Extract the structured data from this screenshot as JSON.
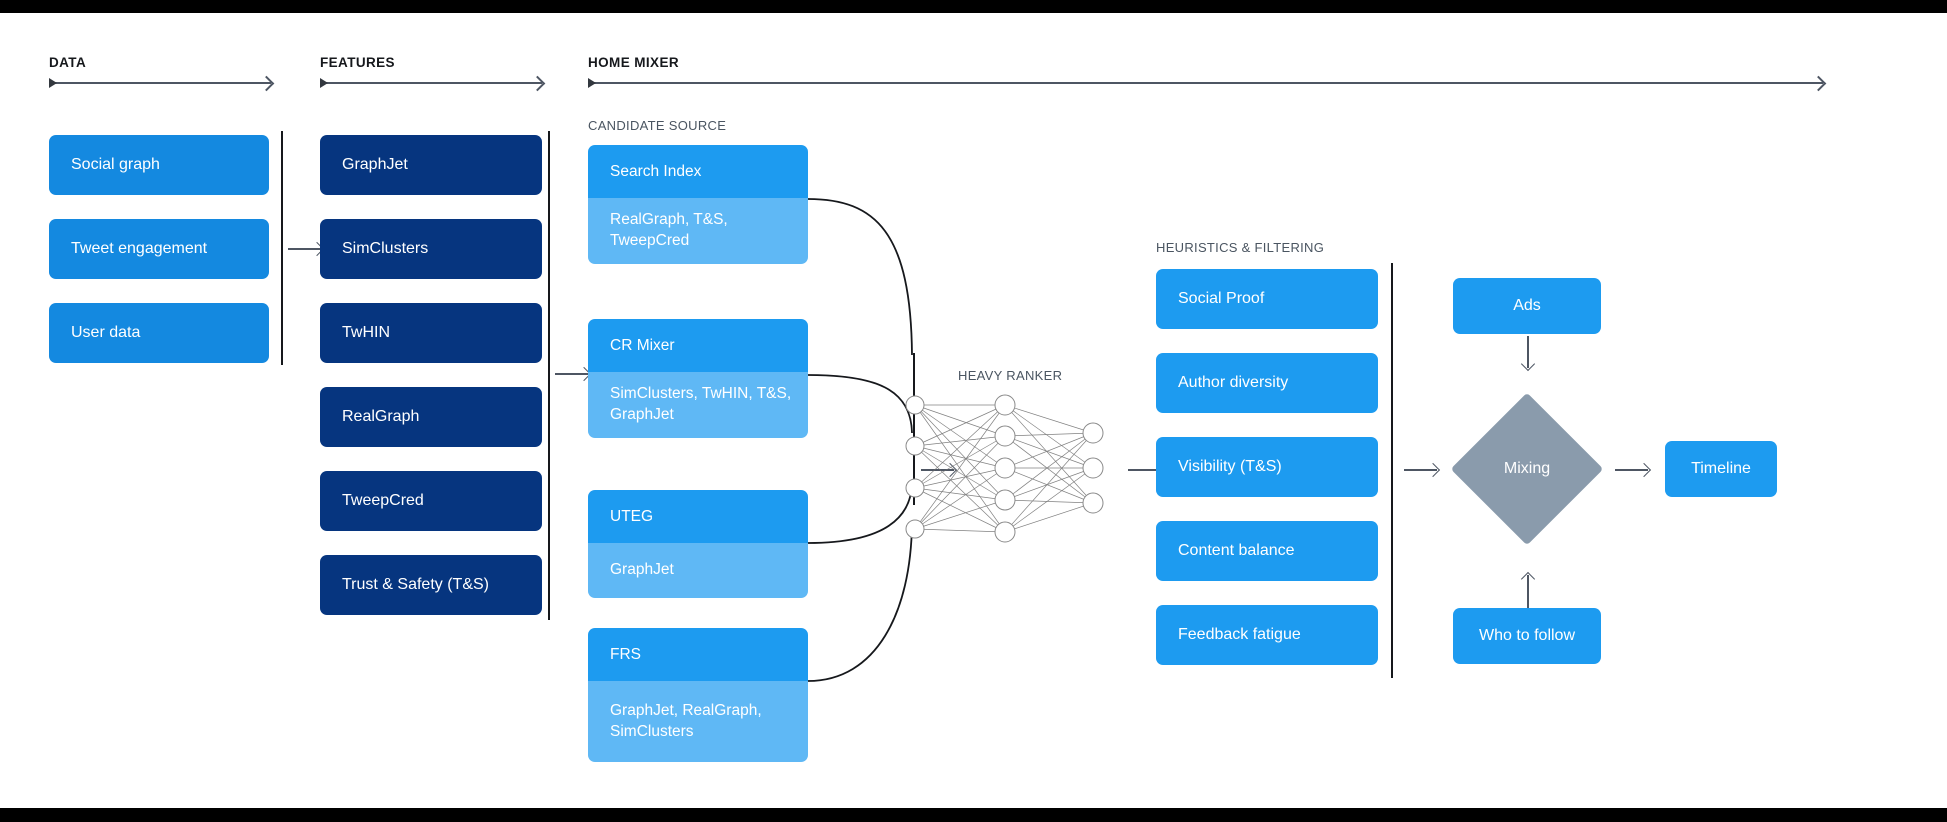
{
  "sections": {
    "data": {
      "title": "DATA"
    },
    "features": {
      "title": "FEATURES"
    },
    "home_mixer": {
      "title": "HOME MIXER"
    },
    "candidate_source": {
      "title": "CANDIDATE SOURCE"
    },
    "heavy_ranker": {
      "title": "HEAVY RANKER"
    },
    "heuristics": {
      "title": "HEURISTICS & FILTERING"
    }
  },
  "data_boxes": [
    {
      "label": "Social graph"
    },
    {
      "label": "Tweet engagement"
    },
    {
      "label": "User data"
    }
  ],
  "feature_boxes": [
    {
      "label": "GraphJet"
    },
    {
      "label": "SimClusters"
    },
    {
      "label": "TwHIN"
    },
    {
      "label": "RealGraph"
    },
    {
      "label": "TweepCred"
    },
    {
      "label": "Trust & Safety (T&S)"
    }
  ],
  "candidate_cards": [
    {
      "title": "Search Index",
      "body": "RealGraph, T&S, TweepCred"
    },
    {
      "title": "CR Mixer",
      "body": "SimClusters, TwHIN, T&S, GraphJet"
    },
    {
      "title": "UTEG",
      "body": "GraphJet"
    },
    {
      "title": "FRS",
      "body": "GraphJet, RealGraph, SimClusters"
    }
  ],
  "heuristic_boxes": [
    {
      "label": "Social Proof"
    },
    {
      "label": "Author diversity"
    },
    {
      "label": "Visibility (T&S)"
    },
    {
      "label": "Content balance"
    },
    {
      "label": "Feedback fatigue"
    }
  ],
  "output": {
    "ads": "Ads",
    "mixing": "Mixing",
    "timeline": "Timeline",
    "who_to_follow": "Who to follow"
  },
  "network": {
    "input_nodes": 4,
    "hidden_nodes": 5,
    "output_nodes": 3
  },
  "colors": {
    "blue": "#1489e0",
    "navy": "#06357f",
    "bright_blue": "#1d9bf0",
    "light_blue": "#5fb8f5",
    "gray_blue": "#8a9bac",
    "line": "#4e5663"
  }
}
